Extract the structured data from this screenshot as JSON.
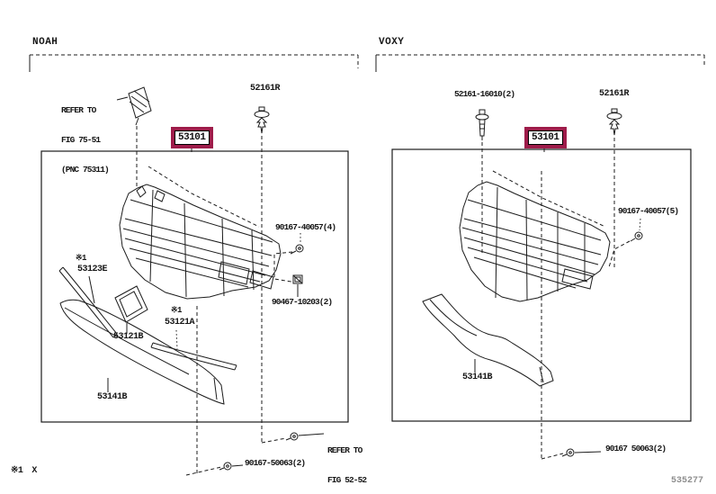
{
  "meta": {
    "fig_code": "535277",
    "footnote": {
      "mark": "※1",
      "text": "X"
    },
    "highlight_color": "#9e1c4a"
  },
  "variants": {
    "noah": {
      "label": "NOAH",
      "selected_part": "53101",
      "callouts": {
        "refer_fig_75": {
          "line1": "REFER TO",
          "line2": "FIG 75-51",
          "line3": "(PNC 75311)"
        },
        "clip": "52161R",
        "bolt_upper": "90167-40057(4)",
        "clip_mid": "90467-10203(2)",
        "mark_53123e": "※1",
        "strip_53123e": "53123E",
        "bezel_53121b": "53121B",
        "mark_53121a": "※1",
        "strip_53121a": "53121A",
        "garnish_53141b": "53141B",
        "refer_fig_52": {
          "line1": "REFER TO",
          "line2": "FIG 52-52"
        },
        "bolt_lower": "90167-50063(2)"
      }
    },
    "voxy": {
      "label": "VOXY",
      "selected_part": "53101",
      "callouts": {
        "screw_upper": "52161-16010(2)",
        "clip": "52161R",
        "bolt_upper": "90167-40057(5)",
        "garnish_53141b": "53141B",
        "bolt_lower": "90167 50063(2)"
      }
    }
  }
}
